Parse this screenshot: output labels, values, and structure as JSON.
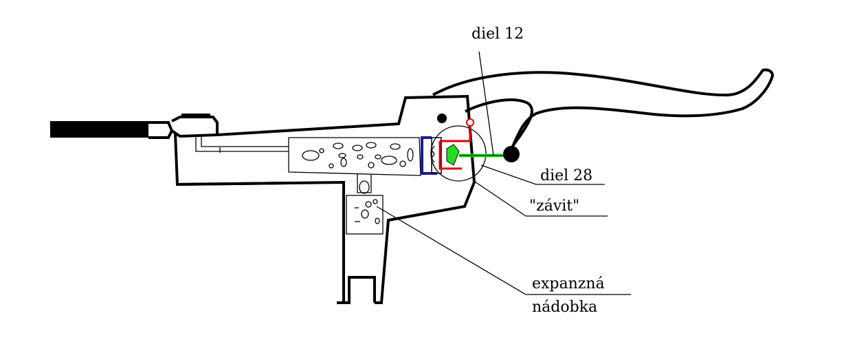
{
  "labels": {
    "diel12": "diel 12",
    "diel28": "diel 28",
    "zavit": "\"závit\"",
    "expanzna_line1": "expanzná",
    "expanzna_line2": "nádobka"
  },
  "colors": {
    "outline": "#000000",
    "piston_blue": "#1a1a9c",
    "spring_red": "#e00000",
    "insert_green": "#22dd22"
  }
}
